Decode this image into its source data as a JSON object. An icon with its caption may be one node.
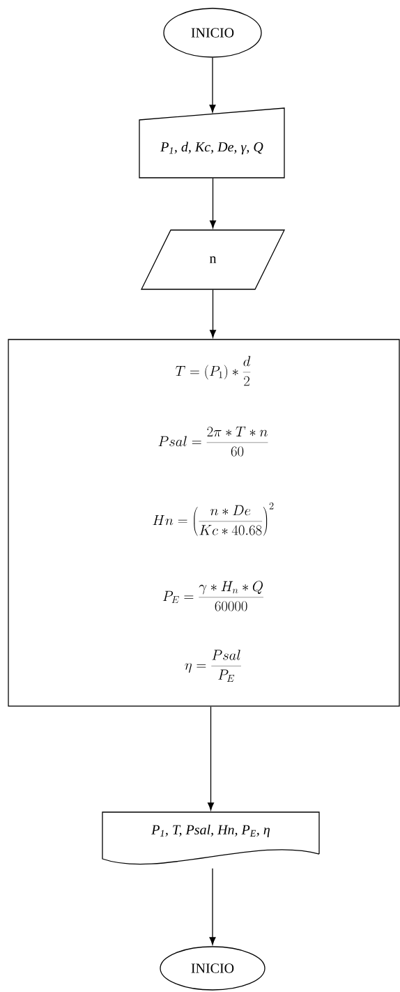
{
  "diagram": {
    "nodes": [
      {
        "text": [
          "INICIO"
        ]
      },
      {
        "text": [
          "P$_{1}$, d, Kc, De, γ, Q"
        ]
      },
      {
        "text": [
          "n"
        ]
      },
      {
        "text": [
          "T = (P_1) * \\frac{d}{2}",
          "Psal = \\frac{2\\pi * T * n}{60}",
          "Hn = \\left(\\frac{n * De}{Kc * 40.68}\\right)^2",
          "P_E = \\frac{\\gamma * H_n * Q}{60000}",
          "\\eta = \\frac{Psal}{P_E}"
        ]
      },
      {
        "text": [
          "P$_{1}$, T, Psal, Hn, P$_{E}$, η"
        ]
      },
      {
        "text": [
          "INICIO"
        ]
      }
    ],
    "edges": [
      {
        "from": 0,
        "to": 1,
        "arrow": "to"
      },
      {
        "from": 1,
        "to": 2,
        "arrow": "to"
      },
      {
        "from": 2,
        "to": 3,
        "arrow": "to"
      },
      {
        "from": 3,
        "to": 4,
        "arrow": "to"
      },
      {
        "from": 4,
        "to": 5,
        "arrow": "to"
      }
    ]
  }
}
